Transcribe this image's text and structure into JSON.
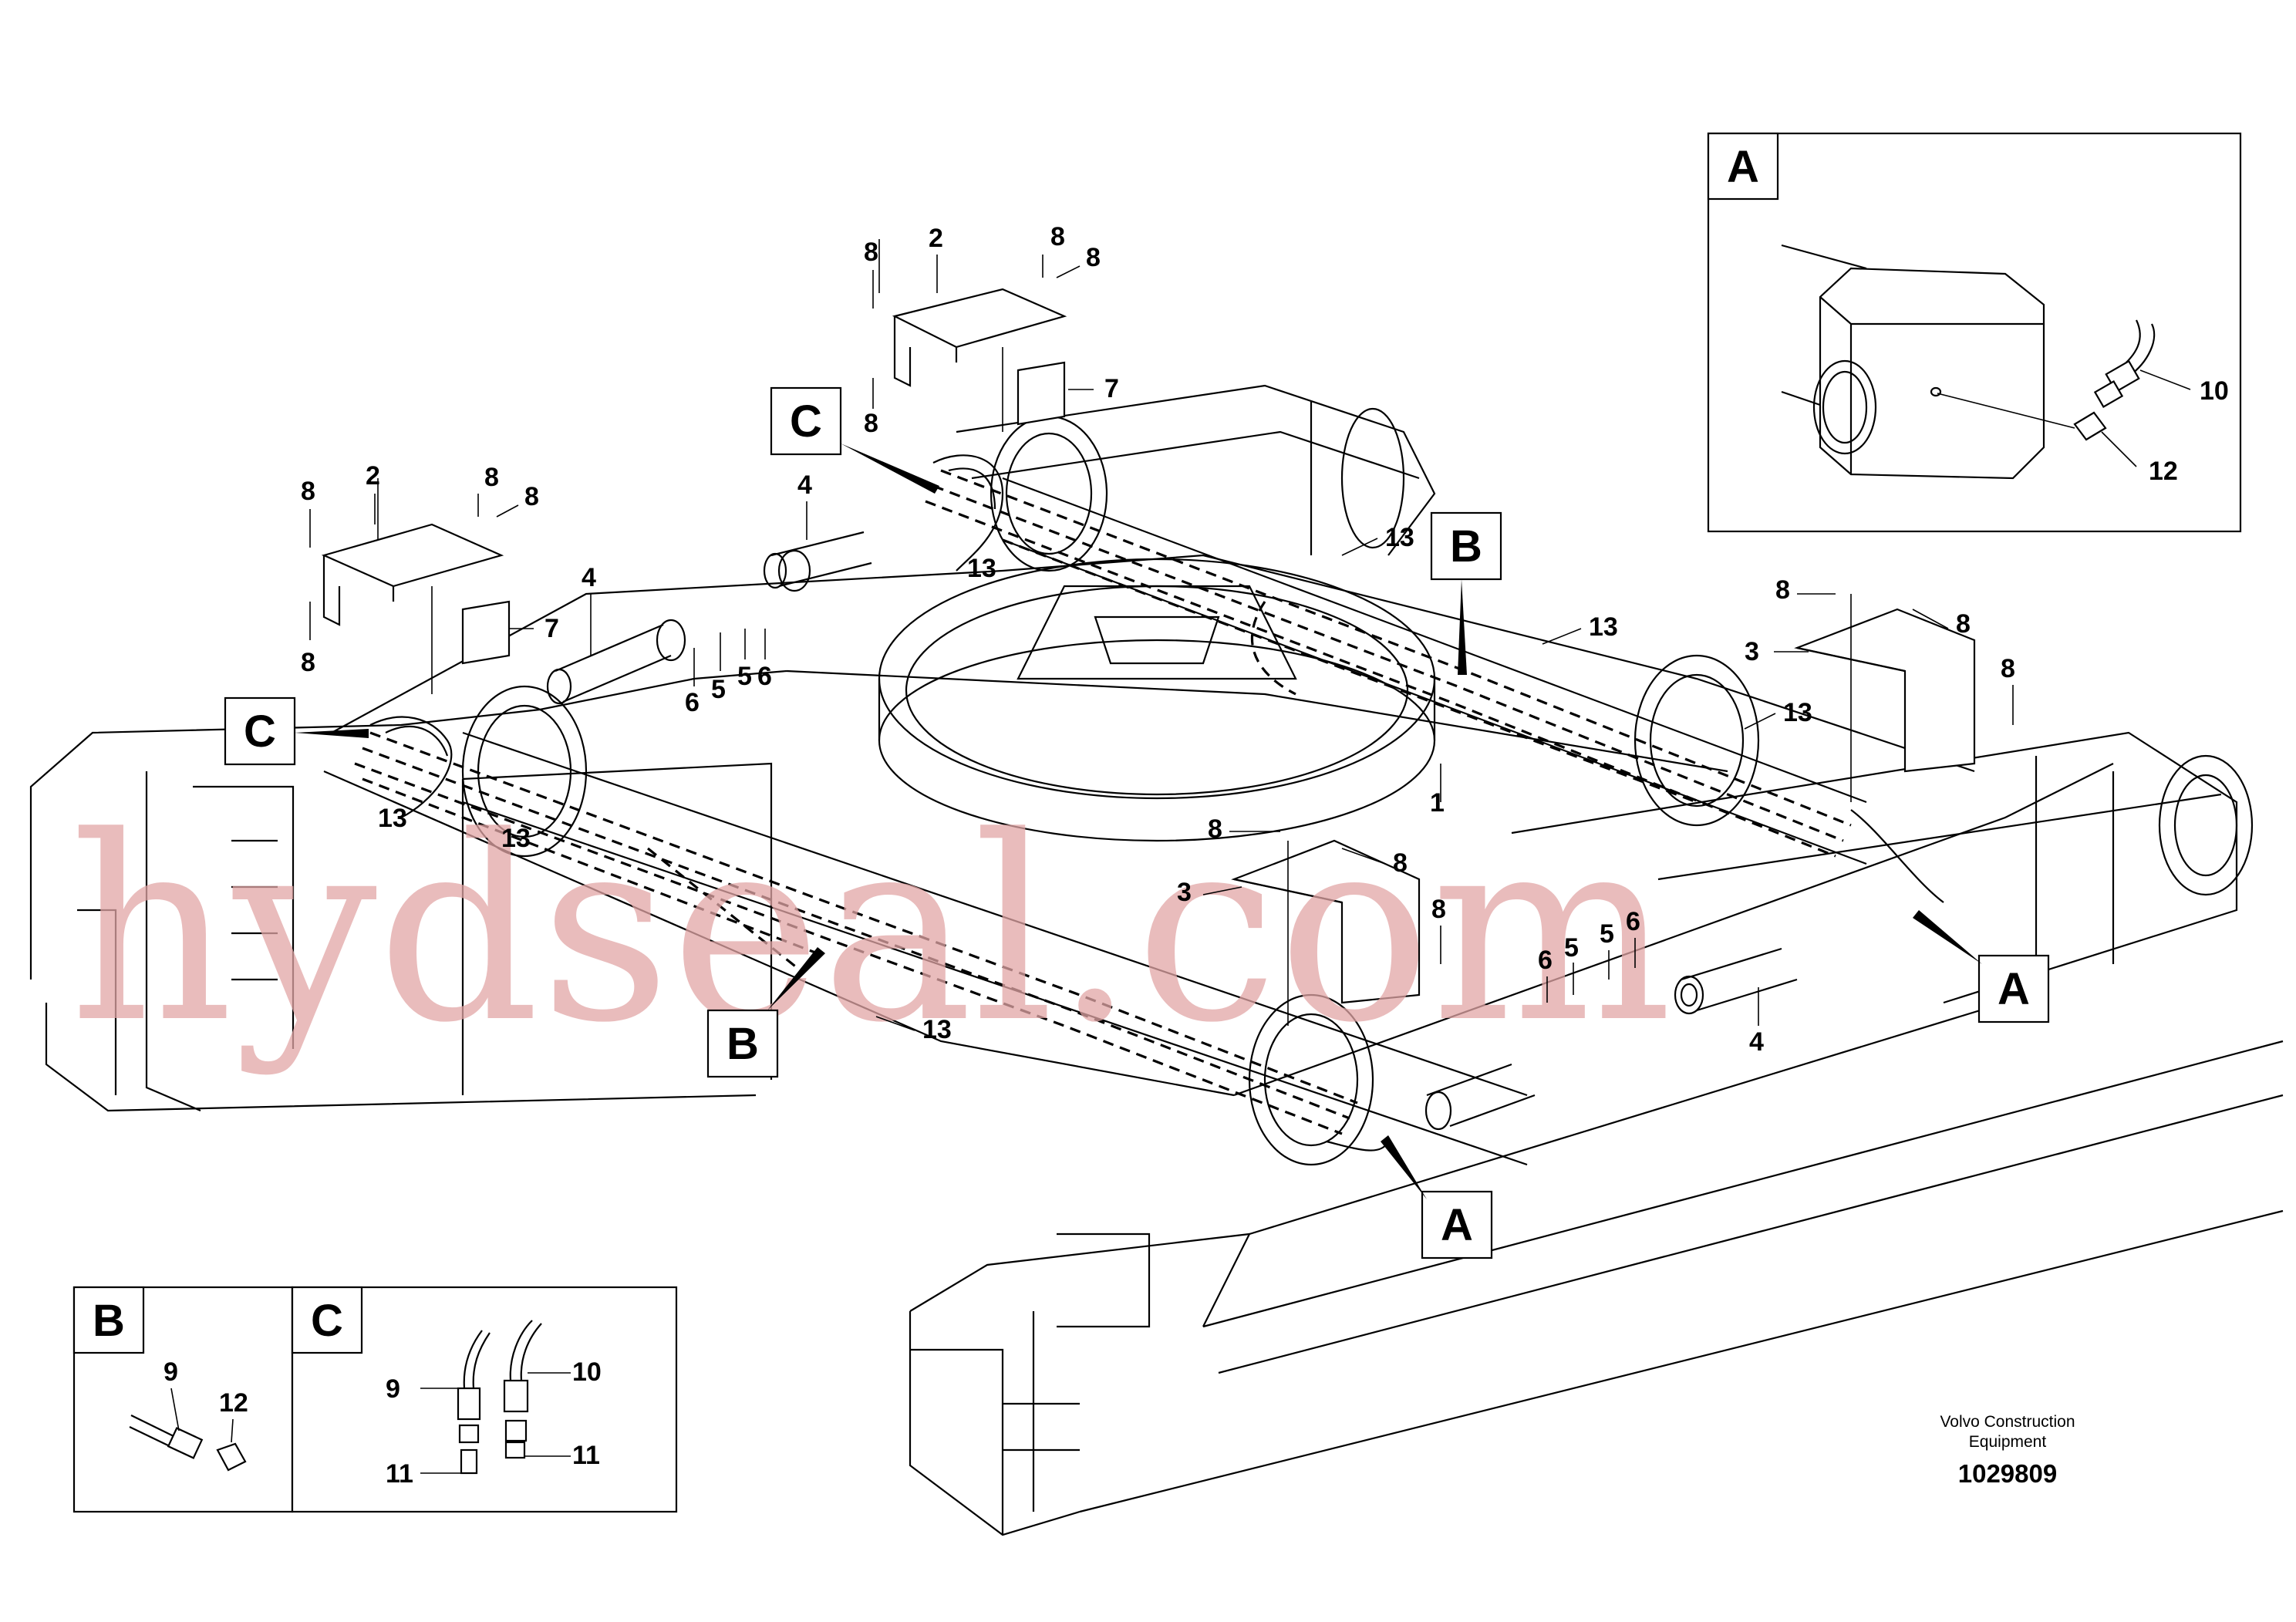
{
  "watermark": "hydseal.com",
  "manufacturer": {
    "line1": "Volvo Construction",
    "line2": "Equipment"
  },
  "drawing_number": "1029809",
  "detail_views": {
    "a": {
      "letter": "A",
      "callouts": [
        "10",
        "12"
      ]
    },
    "b": {
      "letter": "B",
      "callouts": [
        "9",
        "12"
      ]
    },
    "c": {
      "letter": "C",
      "callouts": [
        "9",
        "10",
        "11",
        "11"
      ]
    }
  },
  "view_markers": [
    "C",
    "C",
    "B",
    "B",
    "A",
    "A"
  ],
  "callouts": [
    "8",
    "2",
    "8",
    "8",
    "8",
    "7",
    "8",
    "2",
    "8",
    "8",
    "8",
    "7",
    "4",
    "4",
    "6",
    "5",
    "5",
    "6",
    "13",
    "13",
    "13",
    "13",
    "13",
    "13",
    "8",
    "8",
    "3",
    "8",
    "8",
    "8",
    "3",
    "8",
    "1",
    "6",
    "5",
    "5",
    "6",
    "4",
    "13"
  ]
}
